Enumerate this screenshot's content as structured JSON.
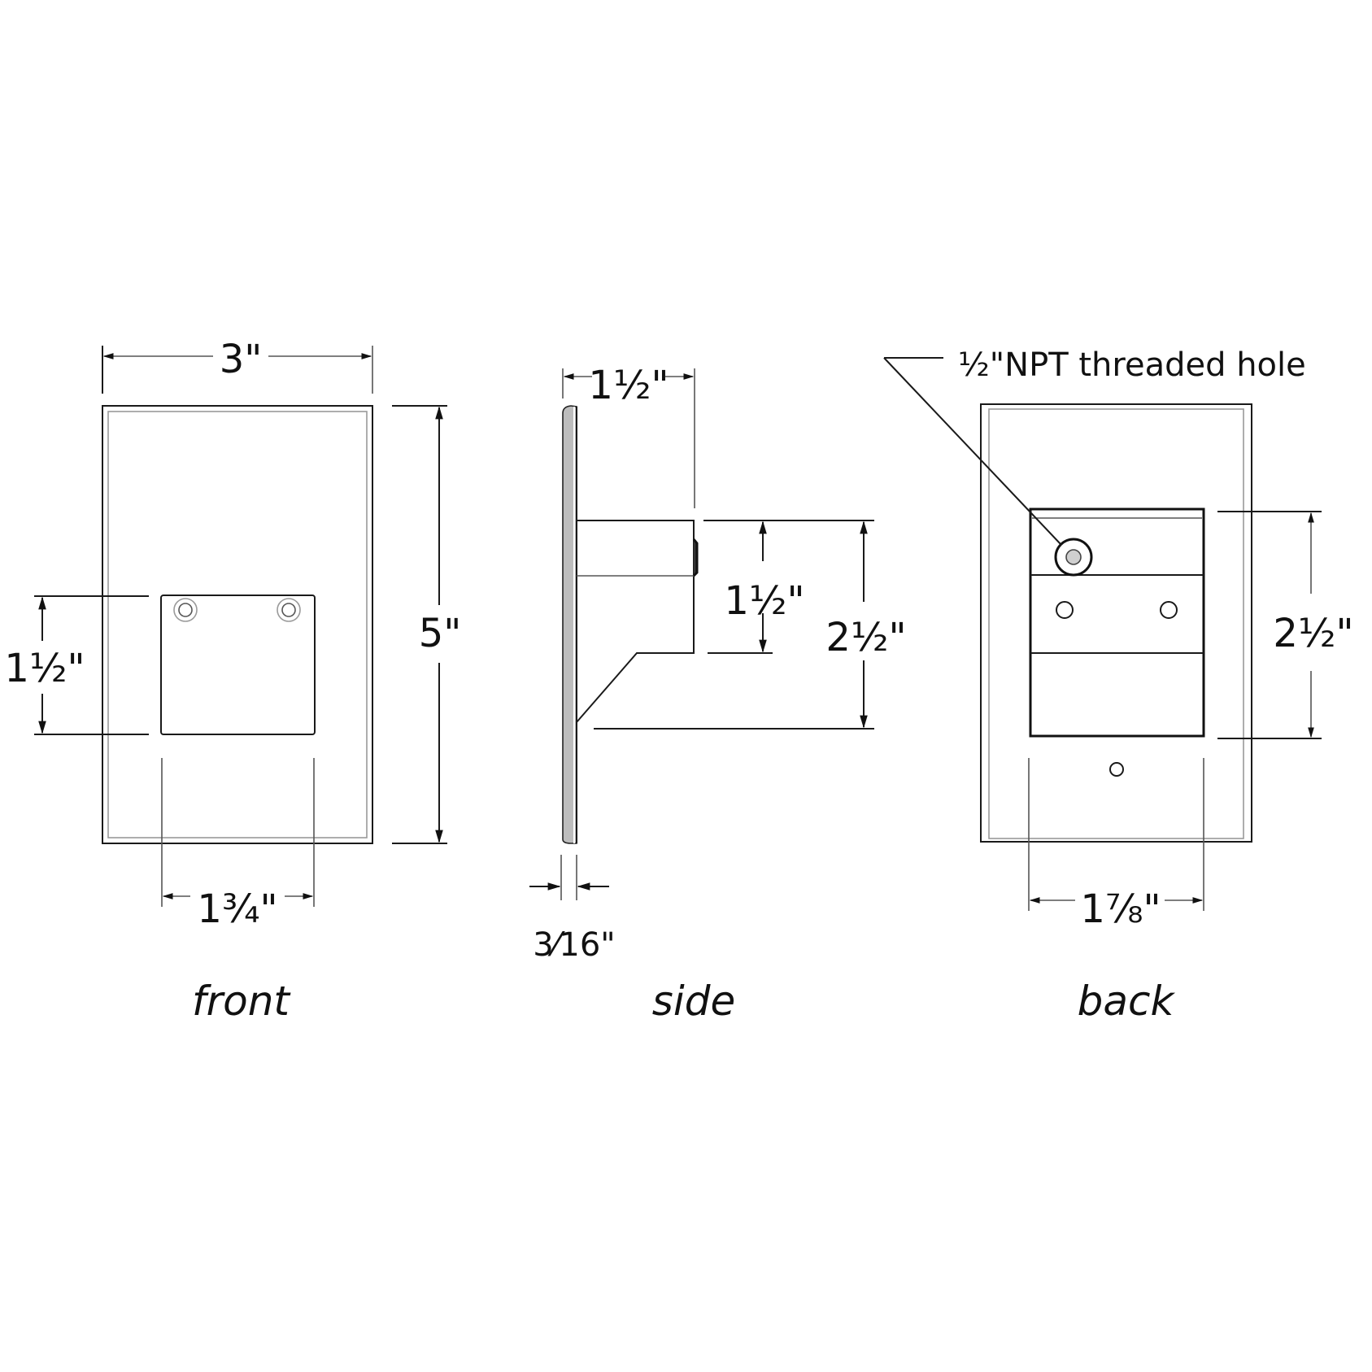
{
  "diagram": {
    "colors": {
      "line": "#1a1a1a",
      "edge_shade": "#9a9a9a",
      "background": "#ffffff"
    },
    "views": [
      {
        "id": "front",
        "label": "front",
        "dimensions": {
          "width": "3\"",
          "height": "5\"",
          "box_height": "1½\"",
          "box_width": "1¾\""
        }
      },
      {
        "id": "side",
        "label": "side",
        "dimensions": {
          "depth": "1½\"",
          "box_height": "1½\"",
          "overall_height": "2½\"",
          "plate_thickness": "3⁄16\""
        }
      },
      {
        "id": "back",
        "label": "back",
        "callout": "½\"NPT threaded hole",
        "dimensions": {
          "box_height": "2½\"",
          "box_width": "1⅞\""
        }
      }
    ]
  }
}
